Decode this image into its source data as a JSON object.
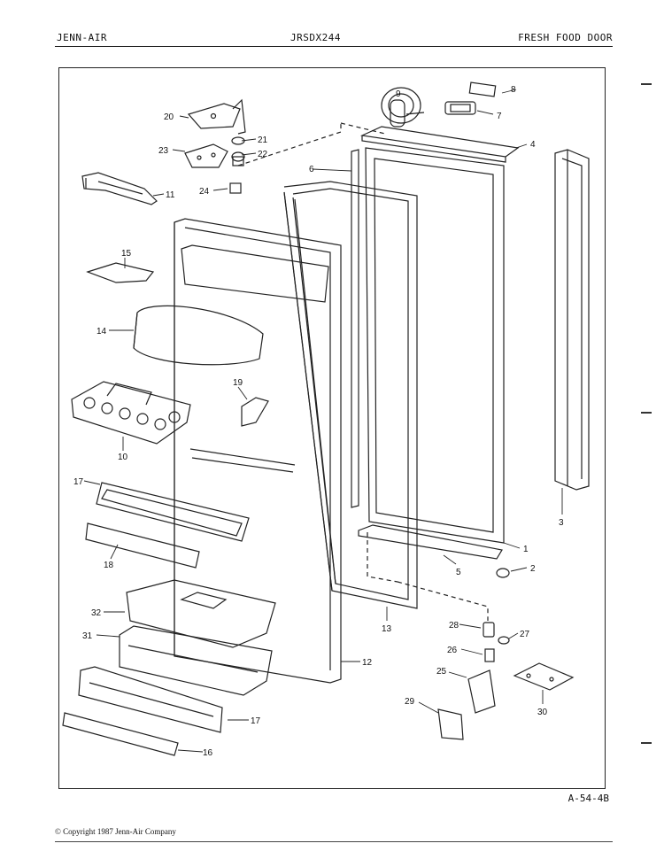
{
  "header": {
    "brand": "JENN-AIR",
    "model": "JRSDX244",
    "section": "FRESH FOOD DOOR"
  },
  "footer": {
    "doc_number": "A-54-4B",
    "copyright": "© Copyright 1987 Jenn-Air Company"
  },
  "callouts": {
    "c1": "1",
    "c2": "2",
    "c3": "3",
    "c4": "4",
    "c5": "5",
    "c6": "6",
    "c7": "7",
    "c8": "8",
    "c9": "9",
    "c10": "10",
    "c11": "11",
    "c12": "12",
    "c13": "13",
    "c14": "14",
    "c15": "15",
    "c16": "16",
    "c17a": "17",
    "c17b": "17",
    "c18": "18",
    "c19": "19",
    "c20": "20",
    "c21": "21",
    "c22": "22",
    "c23": "23",
    "c24": "24",
    "c25": "25",
    "c26": "26",
    "c27": "27",
    "c28": "28",
    "c29": "29",
    "c30": "30",
    "c31": "31",
    "c32": "32"
  }
}
